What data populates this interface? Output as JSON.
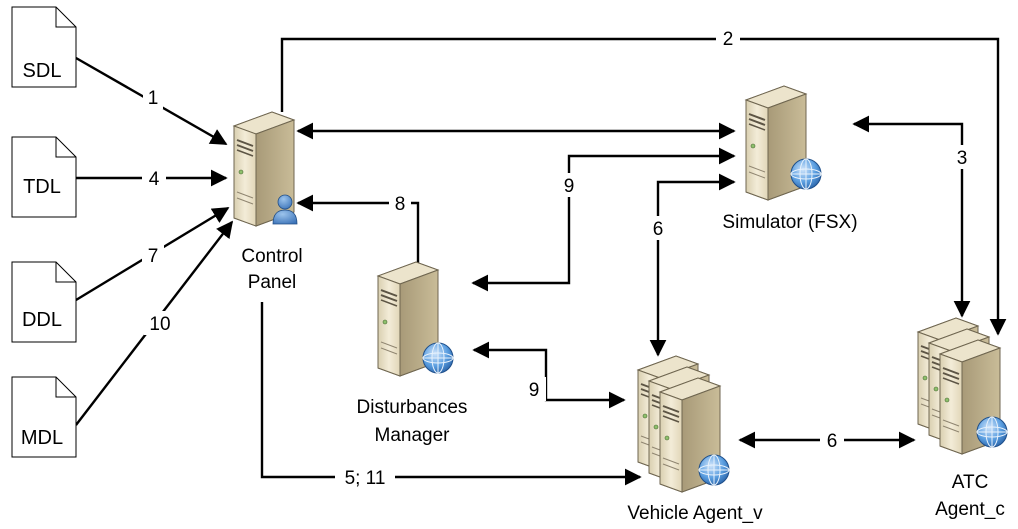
{
  "documents": {
    "sdl": "SDL",
    "tdl": "TDL",
    "ddl": "DDL",
    "mdl": "MDL"
  },
  "nodes": {
    "control_panel": [
      "Control",
      "Panel"
    ],
    "simulator": "Simulator (FSX)",
    "disturbances_manager": [
      "Disturbances",
      "Manager"
    ],
    "vehicle_agent": "Vehicle Agent_v",
    "atc": [
      "ATC",
      "Agent_c"
    ]
  },
  "edge_labels": {
    "sdl_to_cp": "1",
    "cp_to_atc": "2",
    "sim_atc": "3",
    "tdl_to_cp": "4",
    "cp_to_vehicle": "5; 11",
    "sim_vehicle": "6",
    "vehicle_atc": "6",
    "ddl_to_cp": "7",
    "dm_to_cp": "8",
    "sim_dm": "9",
    "dm_vehicle": "9",
    "mdl_to_cp": "10"
  },
  "colors": {
    "server_body": "#e6dcc0",
    "server_side": "#b8a987",
    "globe": "#3b7fc4",
    "user": "#4a86c8"
  }
}
